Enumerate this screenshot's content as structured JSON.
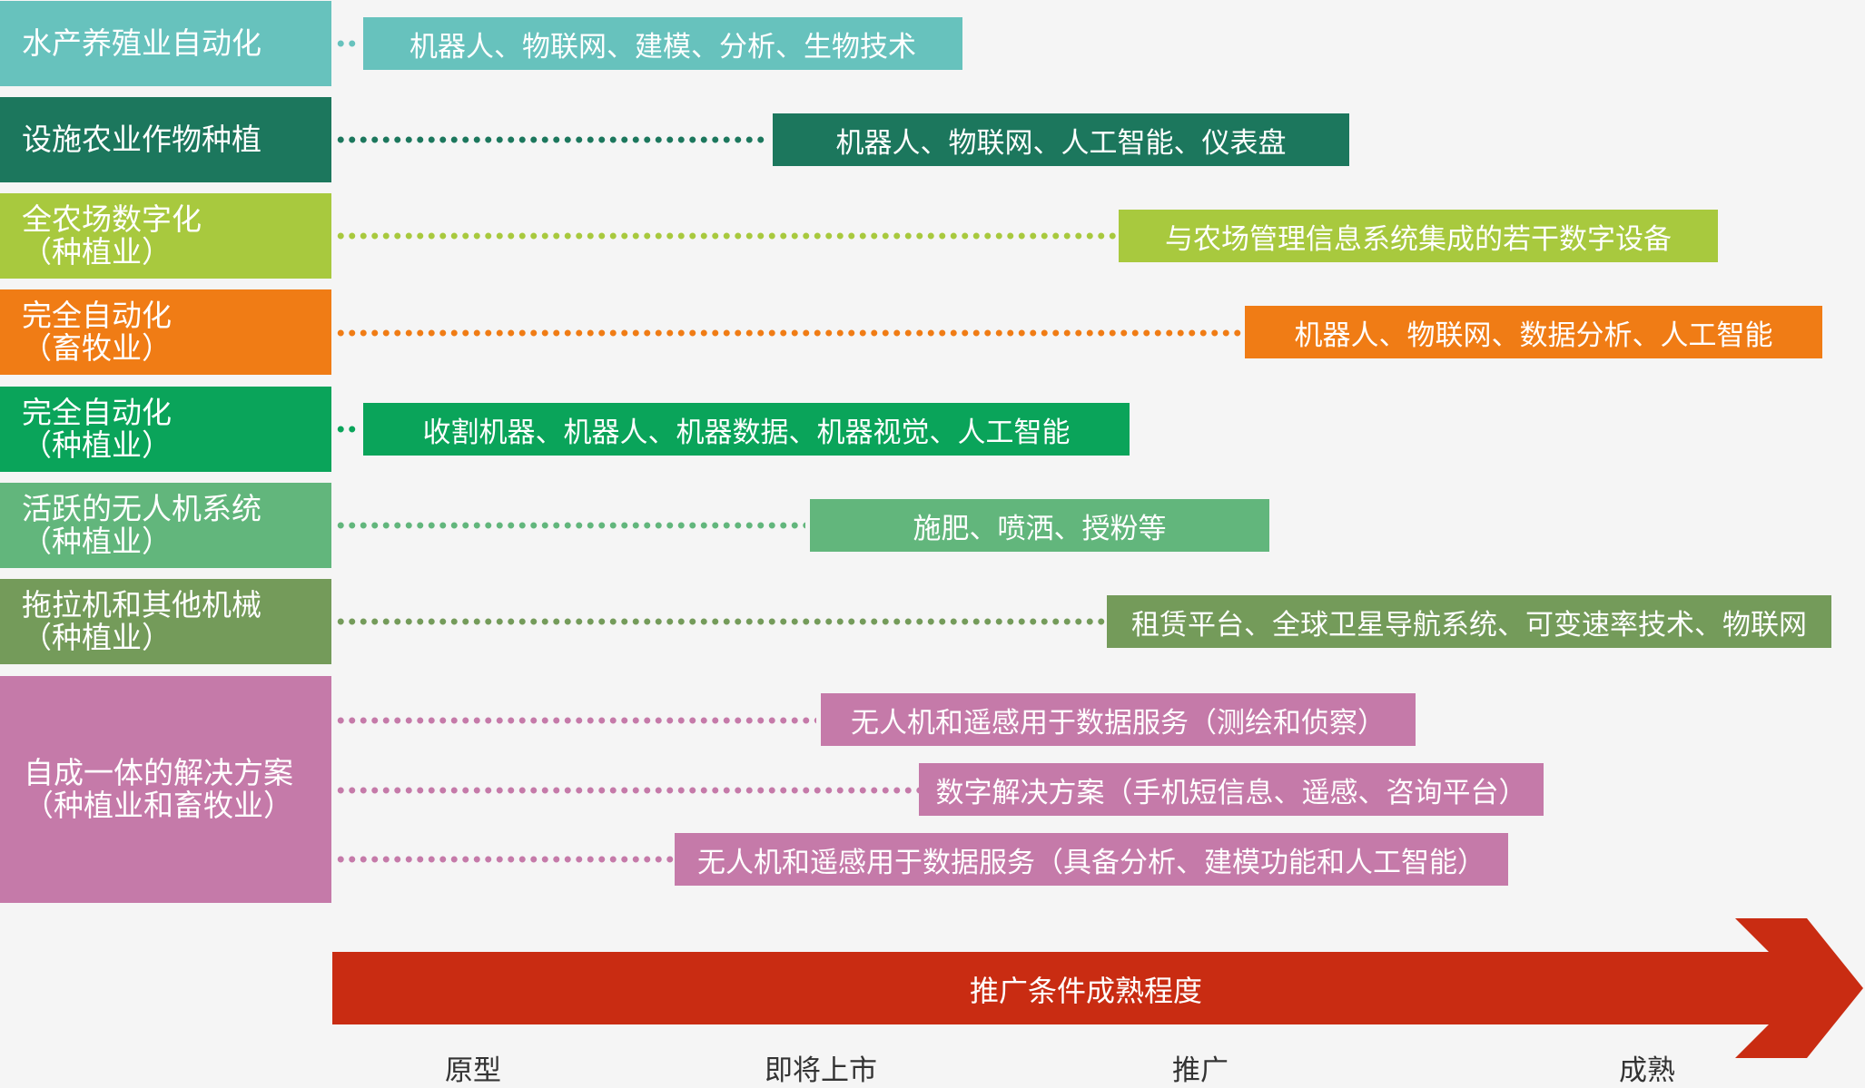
{
  "colors": {
    "aquaculture": "#67c2bd",
    "facility": "#1c775d",
    "digital": "#a8c93e",
    "livestock": "#f07c15",
    "crop": "#0aa45a",
    "drone": "#62b67c",
    "tractor": "#749b5a",
    "integrated": "#c57aa9",
    "arrow": "#c92c12"
  },
  "rows": [
    {
      "line1": "水产养殖业自动化",
      "line2": "",
      "tech": [
        "机器人、物联网、建模、分析、生物技术"
      ]
    },
    {
      "line1": "设施农业作物种植",
      "line2": "",
      "tech": [
        "机器人、物联网、人工智能、仪表盘"
      ]
    },
    {
      "line1": "全农场数字化",
      "line2": "（种植业）",
      "tech": [
        "与农场管理信息系统集成的若干数字设备"
      ]
    },
    {
      "line1": "完全自动化",
      "line2": "（畜牧业）",
      "tech": [
        "机器人、物联网、数据分析、人工智能"
      ]
    },
    {
      "line1": "完全自动化",
      "line2": "（种植业）",
      "tech": [
        "收割机器、机器人、机器数据、机器视觉、人工智能"
      ]
    },
    {
      "line1": "活跃的无人机系统",
      "line2": "（种植业）",
      "tech": [
        "施肥、喷洒、授粉等"
      ]
    },
    {
      "line1": "拖拉机和其他机械",
      "line2": "（种植业）",
      "tech": [
        "租赁平台、全球卫星导航系统、可变速率技术、物联网"
      ]
    },
    {
      "line1": "自成一体的解决方案",
      "line2": "（种植业和畜牧业）",
      "tech": [
        "无人机和遥感用于数据服务（测绘和侦察）",
        "数字解决方案（手机短信息、遥感、咨询平台）",
        "无人机和遥感用于数据服务（具备分析、建模功能和人工智能）"
      ]
    }
  ],
  "arrow": {
    "label": "推广条件成熟程度"
  },
  "stages": [
    "原型",
    "即将上市",
    "推广",
    "成熟"
  ]
}
